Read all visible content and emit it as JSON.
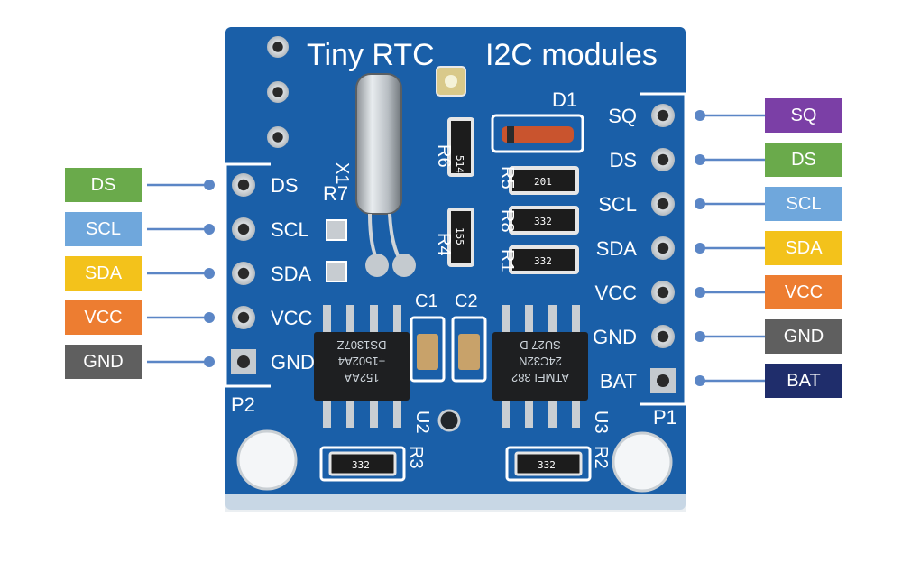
{
  "colors": {
    "board": "#1a5fa8",
    "board_dark": "#10478a",
    "connector_line": "#5b86c6",
    "purple": "#7b3fa6",
    "green": "#6aaa4b",
    "blue": "#6fa7dc",
    "yellow": "#f3c21b",
    "orange": "#ed7d31",
    "gray": "#5f5f5f",
    "navy": "#1f2d6b"
  },
  "board": {
    "title_left": "Tiny RTC",
    "title_right": "I2C modules",
    "labels": {
      "x1": "X1",
      "r7": "R7",
      "r6": "R6",
      "r5": "R5",
      "r8": "R8",
      "r4": "R4",
      "r1": "R1",
      "d1": "D1",
      "c1": "C1",
      "c2": "C2",
      "u2": "U2",
      "u3": "U3",
      "r3": "R3",
      "r2": "R2",
      "p1": "P1",
      "p2": "P2"
    },
    "left_silk_pins": [
      "DS",
      "SCL",
      "SDA",
      "VCC",
      "GND"
    ],
    "right_silk_pins": [
      "SQ",
      "DS",
      "SCL",
      "SDA",
      "VCC",
      "GND",
      "BAT"
    ],
    "resistor_values": {
      "r6": "514",
      "r5": "201",
      "r8": "332",
      "r4": "155",
      "r1": "332",
      "r3": "332",
      "r2": "332"
    },
    "chip_u2": [
      "152AA",
      "+1502A4",
      "DS1307Z"
    ],
    "chip_u3": [
      "ATMEL382",
      "24C32N",
      "SU27 D"
    ]
  },
  "left_pins": [
    {
      "label": "DS",
      "color": "#6aaa4b"
    },
    {
      "label": "SCL",
      "color": "#6fa7dc"
    },
    {
      "label": "SDA",
      "color": "#f3c21b"
    },
    {
      "label": "VCC",
      "color": "#ed7d31"
    },
    {
      "label": "GND",
      "color": "#5f5f5f"
    }
  ],
  "right_pins": [
    {
      "label": "SQ",
      "color": "#7b3fa6"
    },
    {
      "label": "DS",
      "color": "#6aaa4b"
    },
    {
      "label": "SCL",
      "color": "#6fa7dc"
    },
    {
      "label": "SDA",
      "color": "#f3c21b"
    },
    {
      "label": "VCC",
      "color": "#ed7d31"
    },
    {
      "label": "GND",
      "color": "#5f5f5f"
    },
    {
      "label": "BAT",
      "color": "#1f2d6b"
    }
  ]
}
